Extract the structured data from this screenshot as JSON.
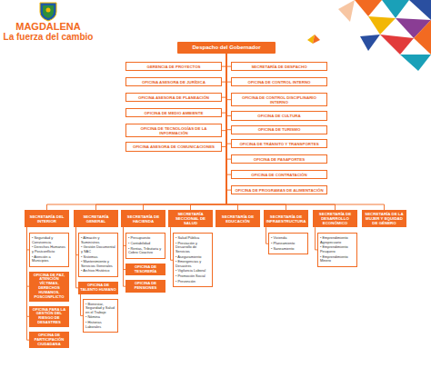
{
  "diagram": {
    "nodes": [
      {
        "text": [
          "Despacho del Gobernador"
        ]
      },
      {
        "text": [
          "GERENCIA DE PROYECTOS"
        ]
      },
      {
        "text": [
          "OFICINA ASESORA DE JURÍDICA"
        ]
      },
      {
        "text": [
          "OFICINA ASESORA DE PLANEACIÓN"
        ]
      },
      {
        "text": [
          "OFICINA DE MEDIO AMBIENTE"
        ]
      },
      {
        "text": [
          "OFICINA DE TECNOLOGÍAS DE LA INFORMACIÓN"
        ]
      },
      {
        "text": [
          "OFICINA ASESORA DE COMUNICACIONES"
        ]
      },
      {
        "text": [
          "SECRETARÍA DE DESPACHO"
        ]
      },
      {
        "text": [
          "OFICINA DE CONTROL INTERNO"
        ]
      },
      {
        "text": [
          "OFICINA DE CONTROL DISCIPLINARIO INTERNO"
        ]
      },
      {
        "text": [
          "OFICINA DE CULTURA"
        ]
      },
      {
        "text": [
          "OFICINA DE TURISMO"
        ]
      },
      {
        "text": [
          "OFICINA DE TRÁNSITO Y TRANSPORTES"
        ]
      },
      {
        "text": [
          "OFICINA DE PASAPORTES"
        ]
      },
      {
        "text": [
          "OFICINA DE CONTRATACIÓN"
        ]
      },
      {
        "text": [
          "OFICINA DE PROGRAMAS DE ALIMENTACIÓN"
        ]
      },
      {
        "text": [
          "SECRETARÍA DEL INTERIOR"
        ]
      },
      {
        "text": [
          "SECRETARÍA GENERAL"
        ]
      },
      {
        "text": [
          "SECRETARÍA DE HACIENDA"
        ]
      },
      {
        "text": [
          "SECRETARÍA SECCIONAL DE SALUD"
        ]
      },
      {
        "text": [
          "SECRETARÍA DE EDUCACIÓN"
        ]
      },
      {
        "text": [
          "SECRETARÍA DE INFRAESTRUCTURA"
        ]
      },
      {
        "text": [
          "SECRETARÍA DE DESARROLLO ECONÓMICO"
        ]
      },
      {
        "text": [
          "SECRETARÍA DE LA MUJER Y EQUIDAD DE GÉNERO"
        ]
      },
      {
        "text": [
          "• Seguridad y Convivencia",
          "• Derechos Humanos y Postconflicto",
          "• Atención a Municipios"
        ]
      },
      {
        "text": [
          "OFICINA DE PAZ, ATENCIÓN VÍCTIMAS, DERECHOS HUMANOS, POSCONFLICTO"
        ]
      },
      {
        "text": [
          "OFICINA PARA LA GESTIÓN DEL RIESGO DE DESASTRES"
        ]
      },
      {
        "text": [
          "OFICINA DE PARTICIPACIÓN CIUDADANA"
        ]
      },
      {
        "text": [
          "• Almacén y Suministros",
          "• Gestión Documental y SAC",
          "• Sistemas",
          "• Mantenimiento y Servicios Generales",
          "• Archivo Histórico"
        ]
      },
      {
        "text": [
          "OFICINA DE TALENTO HUMANO"
        ]
      },
      {
        "text": [
          "• Bienestar, Seguridad y Salud en el Trabajo",
          "• Nómina",
          "• Historias Laborales"
        ]
      },
      {
        "text": [
          "• Presupuesto",
          "• Contabilidad",
          "• Rentas, Tributaria y Cobro Coactivo"
        ]
      },
      {
        "text": [
          "OFICINA DE TESORERÍA"
        ]
      },
      {
        "text": [
          "OFICINA DE PENSIONES"
        ]
      },
      {
        "text": [
          "• Salud Pública",
          "• Prestación y Desarrollo de Servicios",
          "• Aseguramiento",
          "• Emergencias y Desastres",
          "• Vigilancia Laboral",
          "• Promoción Social",
          "• Prevención"
        ]
      },
      {
        "text": [
          "• Vivienda",
          "• Planeamiento",
          "• Saneamiento"
        ]
      },
      {
        "text": [
          "• Emprendimiento Agropecuario",
          "• Emprendimiento Pesquero",
          "• Emprendimiento Minero"
        ]
      }
    ],
    "edges": [
      {
        "from": 0,
        "to": 1,
        "arrow": "none"
      },
      {
        "from": 0,
        "to": 2,
        "arrow": "none"
      },
      {
        "from": 0,
        "to": 3,
        "arrow": "none"
      },
      {
        "from": 0,
        "to": 4,
        "arrow": "none"
      },
      {
        "from": 0,
        "to": 5,
        "arrow": "none"
      },
      {
        "from": 0,
        "to": 6,
        "arrow": "none"
      },
      {
        "from": 0,
        "to": 7,
        "arrow": "none"
      },
      {
        "from": 0,
        "to": 8,
        "arrow": "none"
      },
      {
        "from": 0,
        "to": 9,
        "arrow": "none"
      },
      {
        "from": 0,
        "to": 10,
        "arrow": "none"
      },
      {
        "from": 0,
        "to": 11,
        "arrow": "none"
      },
      {
        "from": 0,
        "to": 12,
        "arrow": "none"
      },
      {
        "from": 0,
        "to": 13,
        "arrow": "none"
      },
      {
        "from": 0,
        "to": 14,
        "arrow": "none"
      },
      {
        "from": 0,
        "to": 15,
        "arrow": "none"
      },
      {
        "from": 0,
        "to": 16,
        "arrow": "none"
      },
      {
        "from": 0,
        "to": 17,
        "arrow": "none"
      },
      {
        "from": 0,
        "to": 18,
        "arrow": "none"
      },
      {
        "from": 0,
        "to": 19,
        "arrow": "none"
      },
      {
        "from": 0,
        "to": 20,
        "arrow": "none"
      },
      {
        "from": 0,
        "to": 21,
        "arrow": "none"
      },
      {
        "from": 0,
        "to": 22,
        "arrow": "none"
      },
      {
        "from": 0,
        "to": 23,
        "arrow": "none"
      },
      {
        "from": 16,
        "to": 24,
        "arrow": "none"
      },
      {
        "from": 16,
        "to": 25,
        "arrow": "none"
      },
      {
        "from": 16,
        "to": 26,
        "arrow": "none"
      },
      {
        "from": 16,
        "to": 27,
        "arrow": "none"
      },
      {
        "from": 17,
        "to": 28,
        "arrow": "none"
      },
      {
        "from": 17,
        "to": 29,
        "arrow": "none"
      },
      {
        "from": 29,
        "to": 30,
        "arrow": "none"
      },
      {
        "from": 18,
        "to": 31,
        "arrow": "none"
      },
      {
        "from": 18,
        "to": 32,
        "arrow": "none"
      },
      {
        "from": 18,
        "to": 33,
        "arrow": "none"
      },
      {
        "from": 19,
        "to": 34,
        "arrow": "none"
      },
      {
        "from": 21,
        "to": 35,
        "arrow": "none"
      },
      {
        "from": 22,
        "to": 36,
        "arrow": "none"
      }
    ],
    "labels": [
      "MAGDALENA",
      "La fuerza del cambio"
    ]
  }
}
